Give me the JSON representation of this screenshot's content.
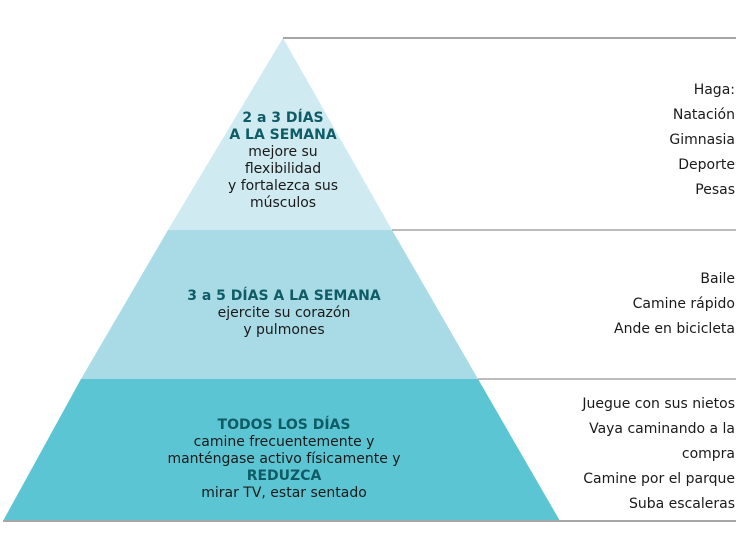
{
  "colors": {
    "tier_top": "#cfeaf1",
    "tier_middle": "#a8dbe6",
    "tier_bottom": "#5cc5d3",
    "divider": "#a6a6a6",
    "heading_text": "#0f5c66"
  },
  "tiers": [
    {
      "heading_lines": [
        "2 a 3 DÍAS",
        "A LA SEMANA"
      ],
      "body_lines": [
        "mejore su",
        "flexibilidad",
        "y fortalezca sus",
        "músculos"
      ],
      "activities": [
        "Haga:",
        "Natación",
        "Gimnasia",
        "Deporte",
        "Pesas"
      ]
    },
    {
      "heading_lines": [
        "3 a 5 DÍAS A LA SEMANA"
      ],
      "body_lines": [
        "ejercite su corazón",
        "y pulmones"
      ],
      "activities": [
        "Baile",
        "Camine rápido",
        "Ande en bicicleta"
      ]
    },
    {
      "heading_lines": [
        "TODOS LOS DÍAS"
      ],
      "body_lines": [
        "camine frecuentemente y",
        "manténgase activo físicamente y"
      ],
      "highlight_line": "REDUZCA",
      "tail_lines": [
        "mirar TV, estar sentado"
      ],
      "activities": [
        "Juegue con sus nietos",
        "Vaya caminando a la",
        "compra",
        "Camine por el parque",
        "Suba escaleras"
      ]
    }
  ]
}
